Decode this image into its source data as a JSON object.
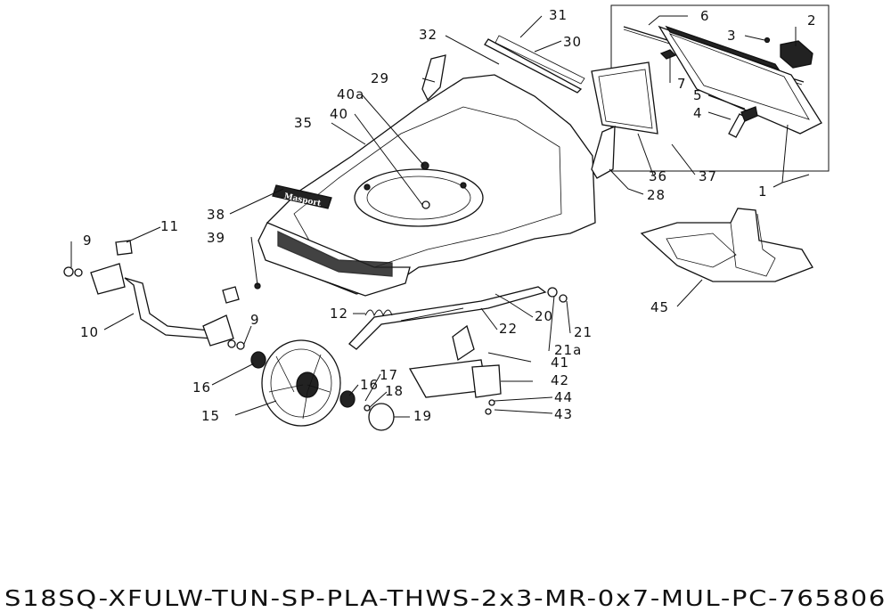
{
  "labels": {
    "l1": "1",
    "l2": "2",
    "l3": "3",
    "l4": "4",
    "l5": "5",
    "l6": "6",
    "l7": "7",
    "l9a": "9",
    "l9b": "9",
    "l10": "10",
    "l11": "11",
    "l12": "12",
    "l15": "15",
    "l16a": "16",
    "l16b": "16",
    "l17": "17",
    "l18": "18",
    "l19": "19",
    "l20": "20",
    "l21": "21",
    "l21a": "21a",
    "l22": "22",
    "l28": "28",
    "l29": "29",
    "l30": "30",
    "l31": "31",
    "l32": "32",
    "l35": "35",
    "l36": "36",
    "l37": "37",
    "l38": "38",
    "l39": "39",
    "l40": "40",
    "l40a": "40a",
    "l41": "41",
    "l42": "42",
    "l43": "43",
    "l44": "44",
    "l45": "45"
  },
  "brand_logo": "Masport",
  "model_code": "S18SQ-XFULW-TUN-SP-PLA-THWS-2x3-MR-0x7-MUL-PC-765806"
}
